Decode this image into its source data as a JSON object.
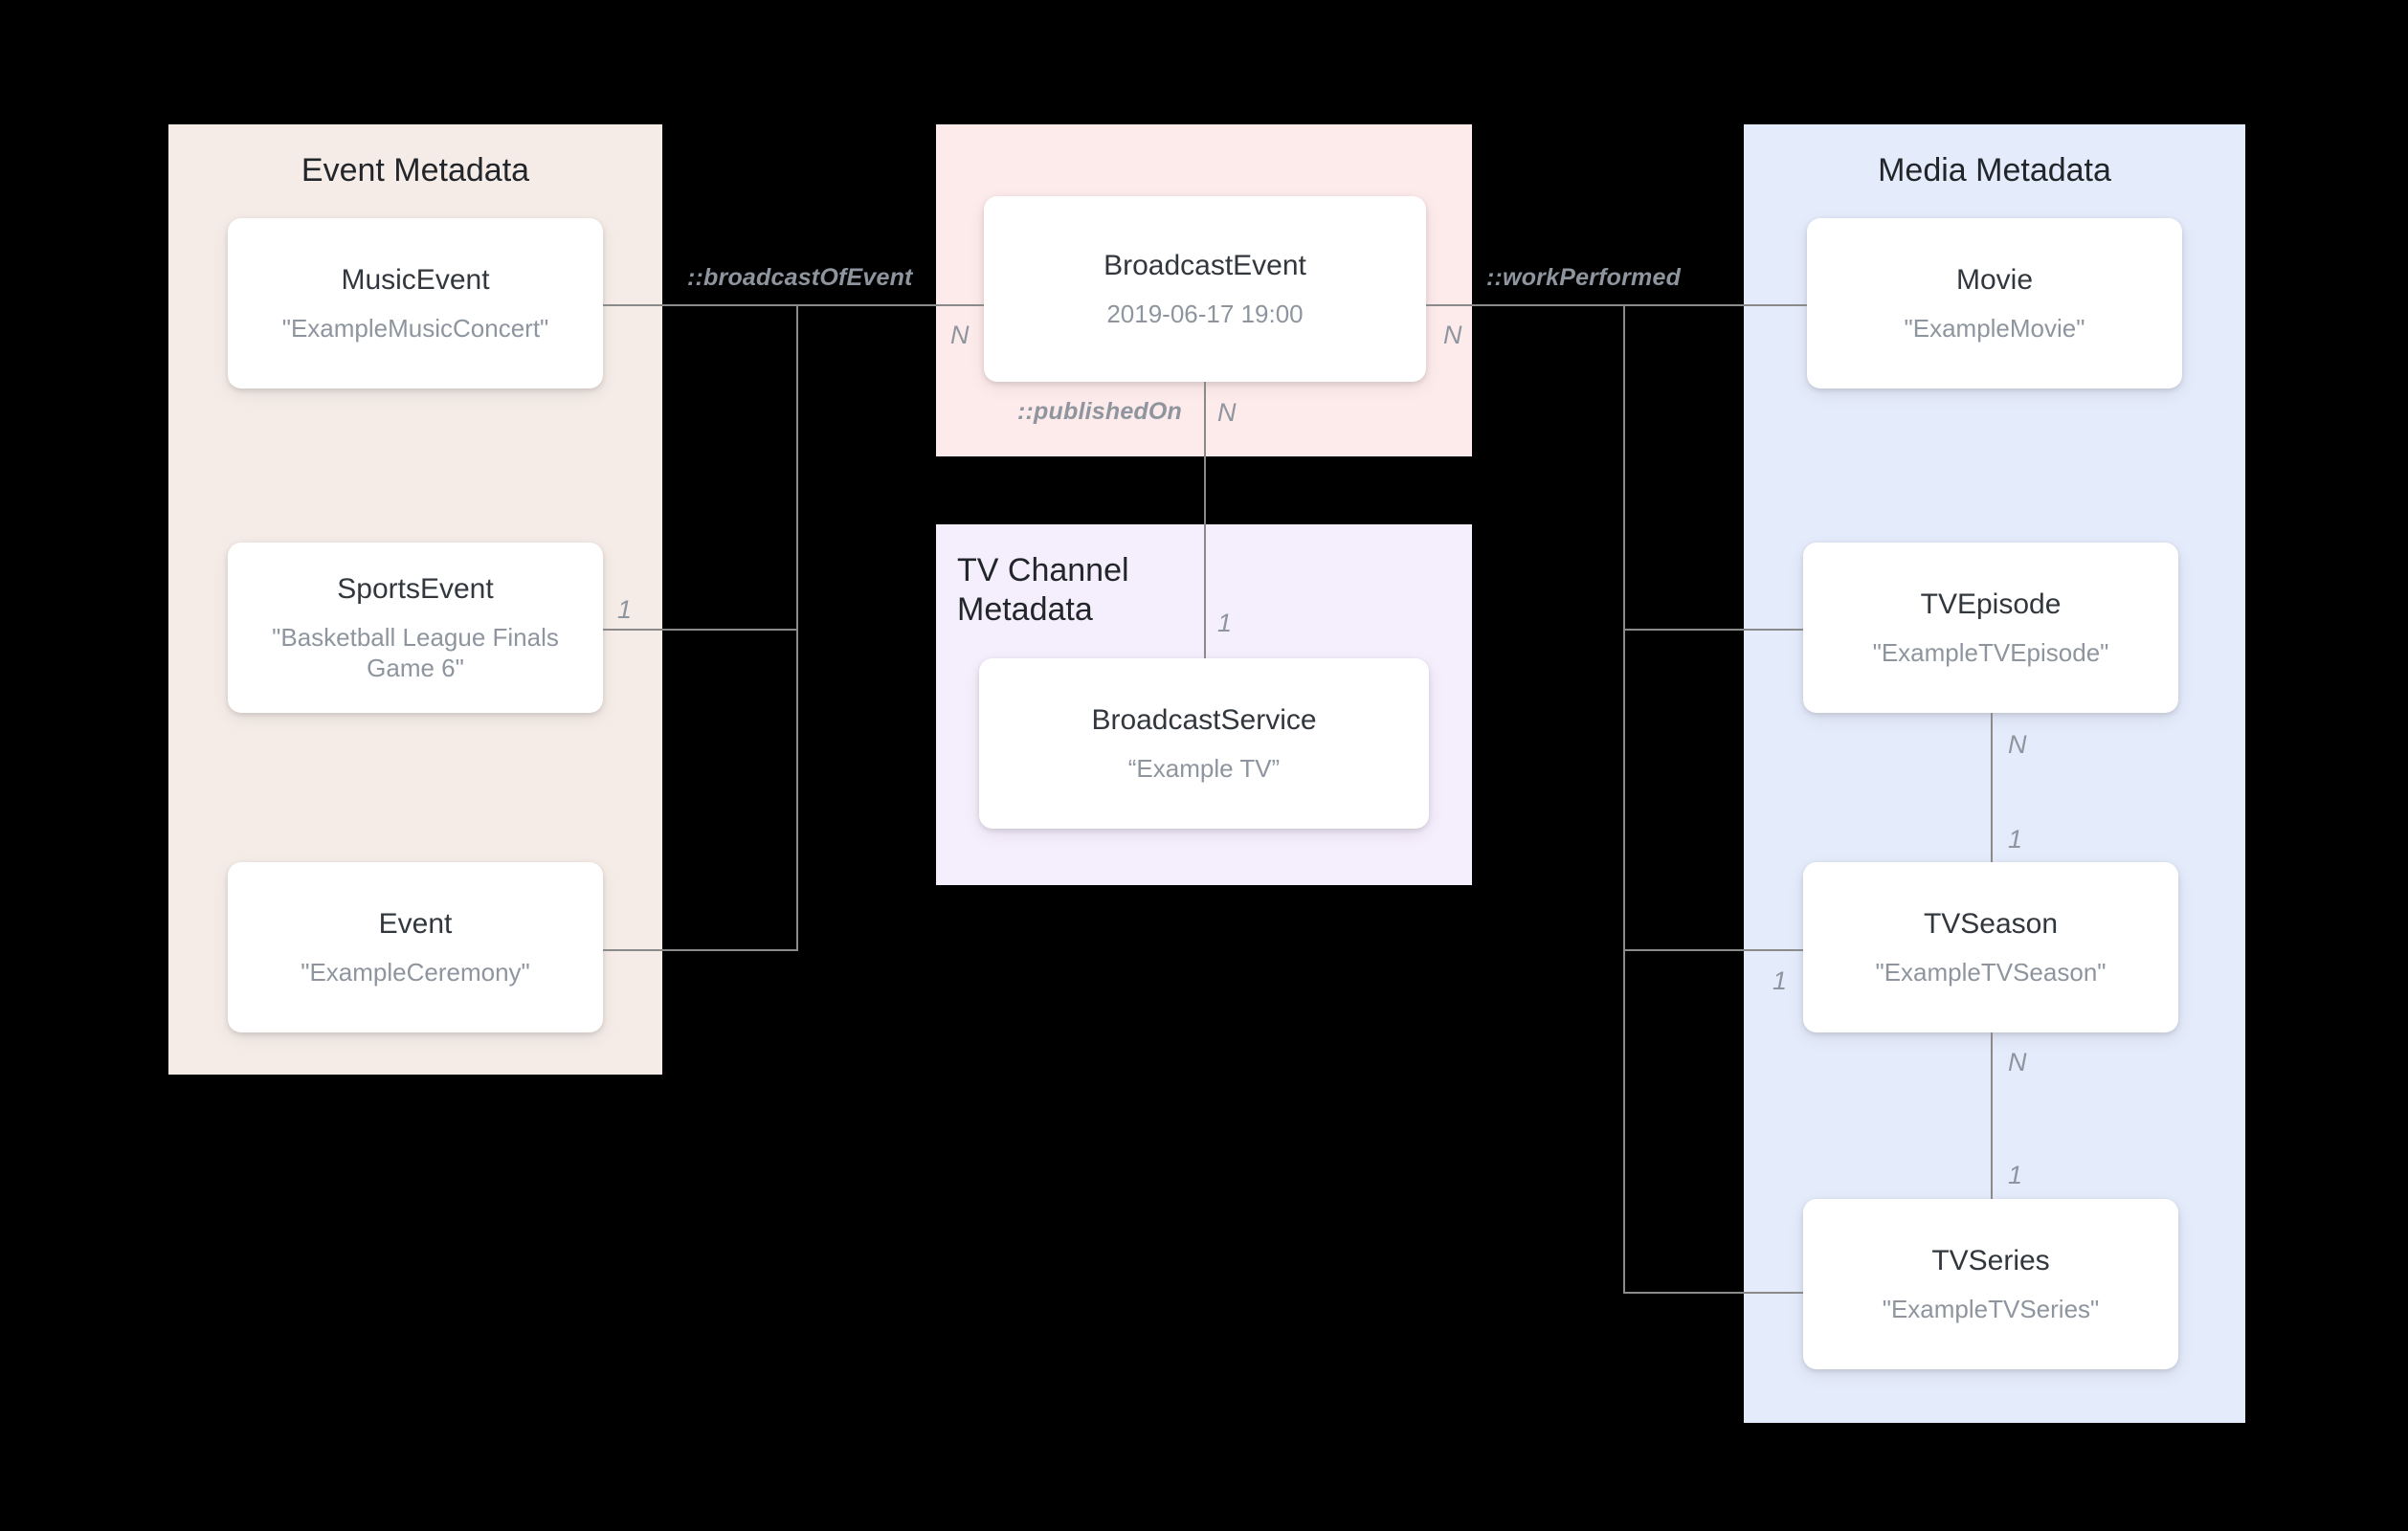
{
  "diagram": {
    "title": "Broadcast schema entity relationship diagram",
    "colors": {
      "background": "#000000",
      "event_panel": "#f5ece7",
      "broadcast_panel": "#fdeaea",
      "tvchannel_panel": "#f5eefc",
      "media_panel": "#e4ebfb",
      "card_background": "#ffffff",
      "card_type_text": "#32373d",
      "card_value_text": "#8e959e",
      "edge": "#8a8a8a",
      "panel_title_text": "#22262b"
    }
  },
  "groups": {
    "event": {
      "title": "Event Metadata",
      "nodes": [
        {
          "type": "MusicEvent",
          "value": "\"ExampleMusicConcert\""
        },
        {
          "type": "SportsEvent",
          "value": "\"Basketball League Finals Game 6\""
        },
        {
          "type": "Event",
          "value": "\"ExampleCeremony\""
        }
      ]
    },
    "broadcast": {
      "title": "",
      "nodes": [
        {
          "type": "BroadcastEvent",
          "value": "2019-06-17 19:00"
        }
      ]
    },
    "tvchannel": {
      "title": "TV Channel\nMetadata",
      "nodes": [
        {
          "type": "BroadcastService",
          "value": "“Example TV”"
        }
      ]
    },
    "media": {
      "title": "Media Metadata",
      "nodes": [
        {
          "type": "Movie",
          "value": "\"ExampleMovie\""
        },
        {
          "type": "TVEpisode",
          "value": "\"ExampleTVEpisode\""
        },
        {
          "type": "TVSeason",
          "value": "\"ExampleTVSeason\""
        },
        {
          "type": "TVSeries",
          "value": "\"ExampleTVSeries\""
        }
      ]
    }
  },
  "relations": {
    "broadcast_of_event": {
      "label": "::broadcastOfEvent",
      "source_cardinality": "N",
      "target_cardinality": "1"
    },
    "work_performed": {
      "label": "::workPerformed",
      "source_cardinality": "N"
    },
    "published_on": {
      "label": "::publishedOn",
      "source_cardinality": "N",
      "target_cardinality": "1"
    },
    "episode_to_season": {
      "source_cardinality": "N",
      "target_cardinality": "1"
    },
    "season_to_series": {
      "source_cardinality": "N",
      "target_cardinality": "1"
    },
    "work_to_season": {
      "target_cardinality": "1"
    }
  }
}
